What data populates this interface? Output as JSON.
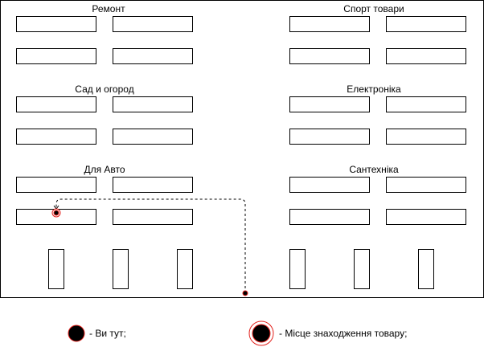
{
  "sections": {
    "repair": "Ремонт",
    "sport": "Спорт товари",
    "garden": "Сад и огород",
    "electronics": "Електроніка",
    "auto": "Для Авто",
    "plumbing": "Сантехніка"
  },
  "legend": {
    "you_are_here": "- Ви тут;",
    "product_location": "- Місце знаходження товару;"
  },
  "colors": {
    "marker_fill": "#000000",
    "marker_ring": "#e3211c",
    "route": "#000000"
  }
}
